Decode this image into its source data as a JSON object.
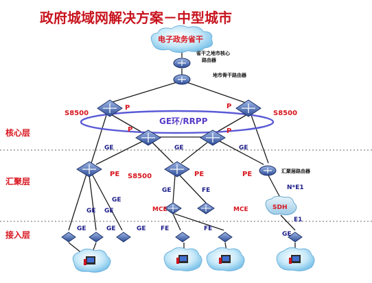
{
  "title": "政府城域网解决方案－中型城市",
  "cloud_top": "电子政务省干",
  "labels": {
    "core_router_1": "省干之地市核心",
    "core_router_2": "路由器",
    "trunk_router": "地市骨干路由器",
    "agg_router": "汇聚层路由器",
    "ge_ring": "GE环/RRPP",
    "s8500": "S8500",
    "p": "P",
    "pe": "PE",
    "ge": "GE",
    "fe": "FE",
    "mce": "MCE",
    "sdh": "SDH",
    "ne1": "N*E1",
    "e1": "E1"
  },
  "layers": [
    "核心层",
    "汇聚层",
    "接入层"
  ],
  "colors": {
    "title": "#c8141e",
    "red": "#d8151e",
    "blue": "#1b1b8a",
    "ring": "#5a5ad6",
    "line": "#1a1a1a",
    "device": "#3c5fae",
    "cloud": "#a9d8f2"
  }
}
